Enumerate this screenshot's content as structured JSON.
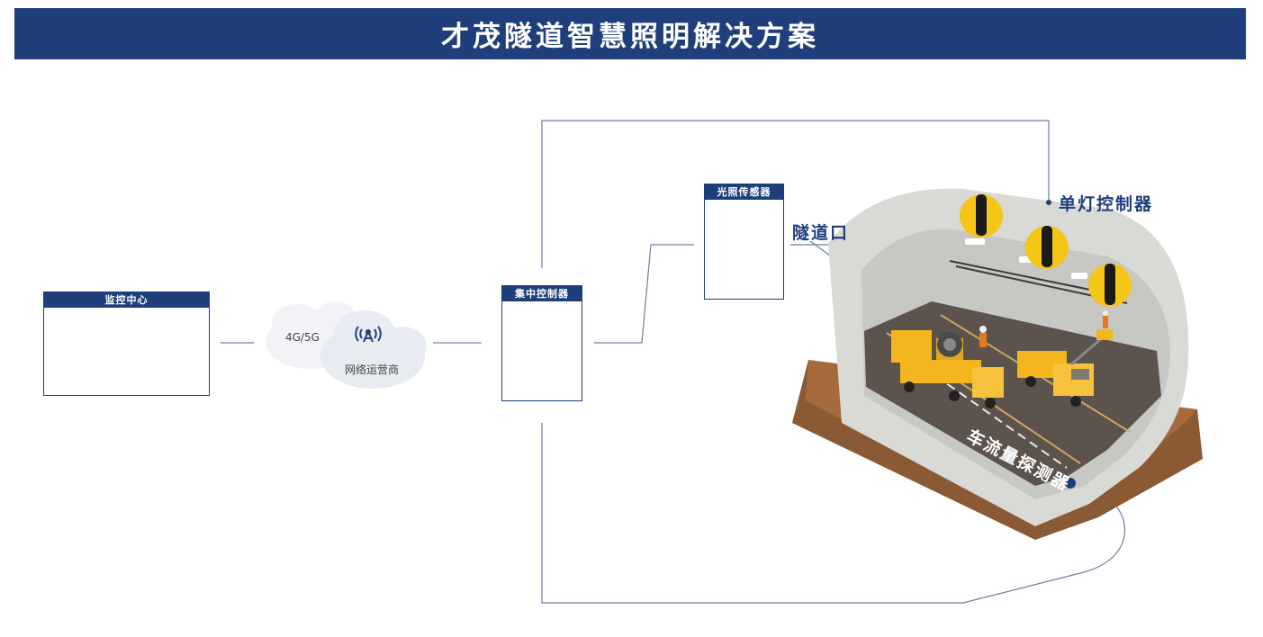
{
  "header": {
    "title": "才茂隧道智慧照明解决方案"
  },
  "nodes": {
    "monitor_center": "监控中心",
    "network": {
      "type_label": "4G/5G",
      "operator_label": "网络运营商"
    },
    "central_controller": "集中控制器",
    "light_sensor": "光照传感器",
    "tunnel_portal": "隧道口",
    "single_lamp_controller": "单灯控制器",
    "traffic_detector": "车流量探测器"
  },
  "colors": {
    "brand": "#1f3f7c",
    "accent_yellow": "#f5c518",
    "tunnel_wall": "#d9d9d6",
    "earth": "#8a5a34",
    "road": "#5b534c"
  }
}
